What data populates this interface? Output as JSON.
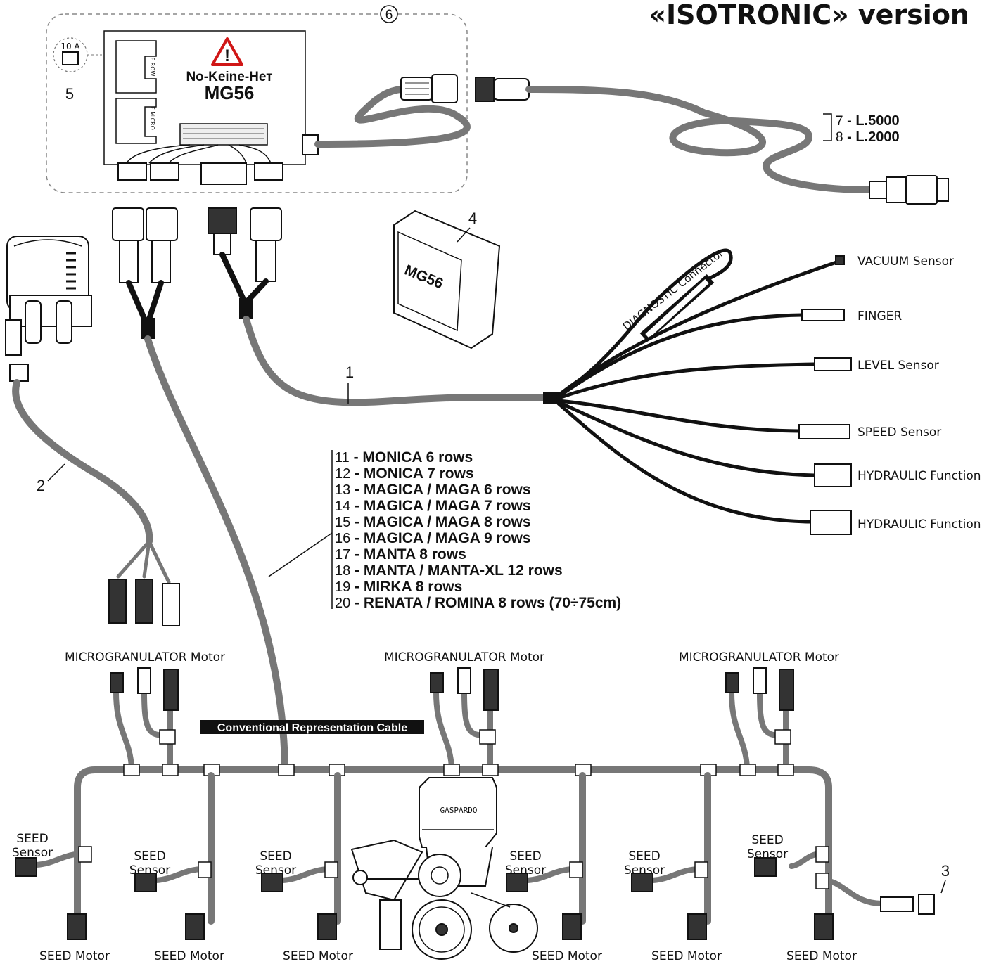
{
  "title": "«ISOTRONIC» version",
  "callouts": {
    "n1": "1",
    "n2": "2",
    "n3": "3",
    "n4": "4",
    "n5": "5",
    "n6": "6"
  },
  "fuse": {
    "rating": "10 A"
  },
  "control_box": {
    "warning": "No-Keine-Нет",
    "model": "MG56",
    "port_a": "F ROW",
    "port_b": "F MICRO"
  },
  "ecu": {
    "model": "MG56"
  },
  "cable_lengths": [
    {
      "num": "7",
      "text": " - L.5000"
    },
    {
      "num": "8",
      "text": " - L.2000"
    }
  ],
  "harness_ends": {
    "diagnostic": "DIAGNOSTIC Connector",
    "vacuum": "VACUUM Sensor",
    "finger": "FINGER",
    "level": "LEVEL Sensor",
    "speed": "SPEED Sensor",
    "hydraulic_1": "HYDRAULIC Function",
    "hydraulic_2": "HYDRAULIC Function"
  },
  "models": [
    {
      "num": "11",
      "text": " - MONICA 6 rows"
    },
    {
      "num": "12",
      "text": " - MONICA 7 rows"
    },
    {
      "num": "13",
      "text": " - MAGICA / MAGA 6 rows"
    },
    {
      "num": "14",
      "text": " - MAGICA / MAGA 7 rows"
    },
    {
      "num": "15",
      "text": " - MAGICA / MAGA 8 rows"
    },
    {
      "num": "16",
      "text": " - MAGICA / MAGA 9 rows"
    },
    {
      "num": "17",
      "text": " - MANTA 8 rows"
    },
    {
      "num": "18",
      "text": " - MANTA / MANTA-XL 12 rows"
    },
    {
      "num": "19",
      "text": " - MIRKA 8 rows"
    },
    {
      "num": "20",
      "text": " - RENATA / ROMINA 8 rows (70÷75cm)"
    }
  ],
  "micro_motor": "MICROGRANULATOR Motor",
  "conventional": "Conventional Representation Cable",
  "seed_sensor_l1": "SEED",
  "seed_sensor_l2": "Sensor",
  "seed_motor": "SEED Motor",
  "brand": "GASPARDO"
}
